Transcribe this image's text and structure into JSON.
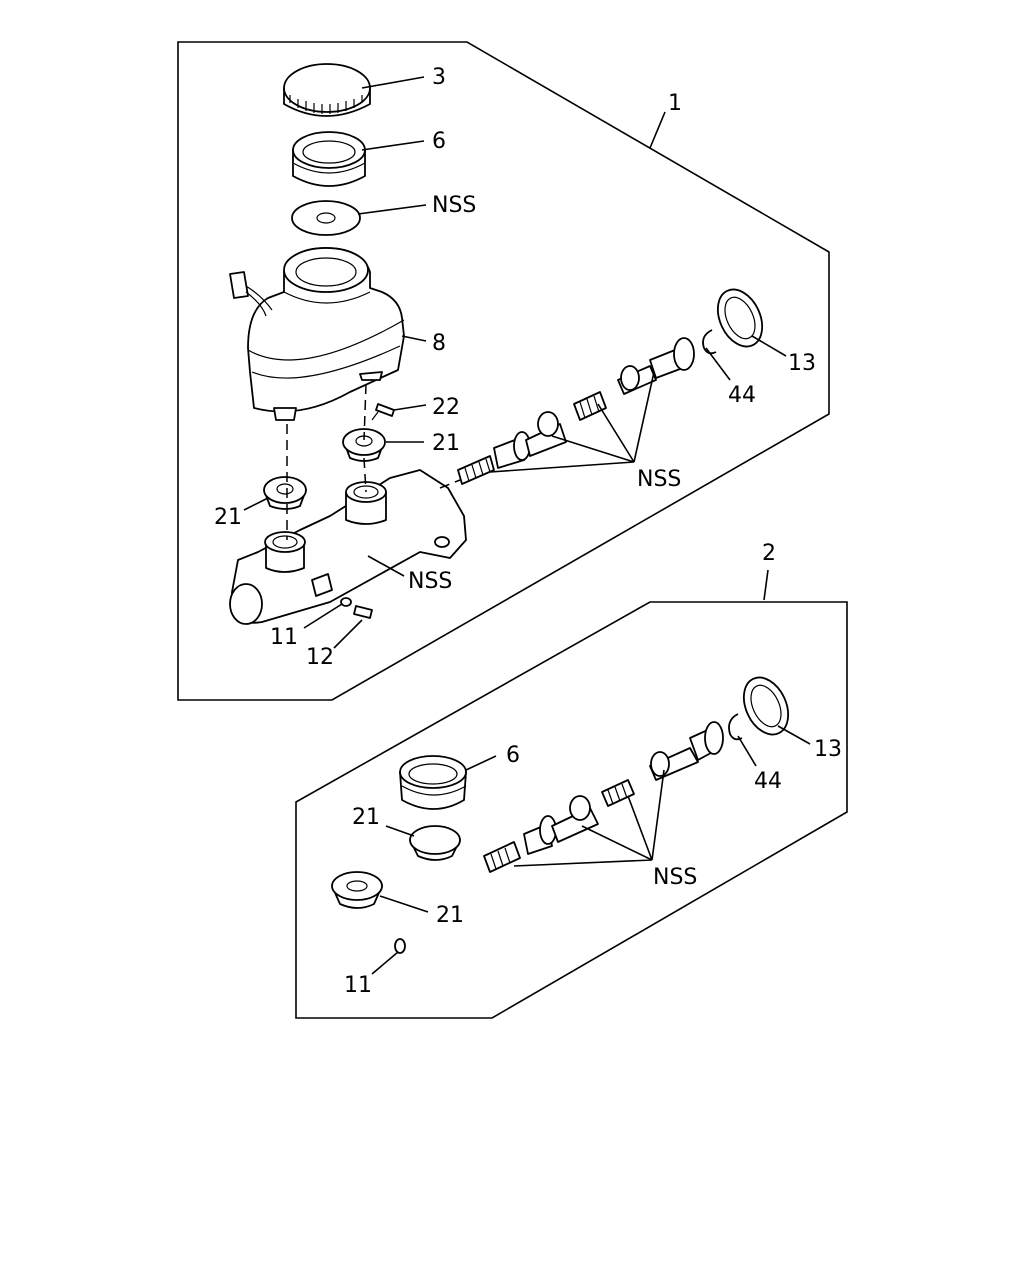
{
  "labels": {
    "assembly_1": "1",
    "assembly_2": "2",
    "a1_cap": "3",
    "a1_strainer": "6",
    "a1_cap_gasket": "NSS",
    "a1_reservoir": "8",
    "a1_screw": "22",
    "a1_grommet_upper": "21",
    "a1_grommet_lower": "21",
    "a1_piston_kit": "NSS",
    "a1_snap_ring": "44",
    "a1_boot": "13",
    "a1_body": "NSS",
    "a1_washer": "11",
    "a1_bleeder": "12",
    "a2_strainer": "6",
    "a2_grommet_upper": "21",
    "a2_grommet_lower": "21",
    "a2_washer": "11",
    "a2_piston_kit": "NSS",
    "a2_snap_ring": "44",
    "a2_boot": "13"
  }
}
